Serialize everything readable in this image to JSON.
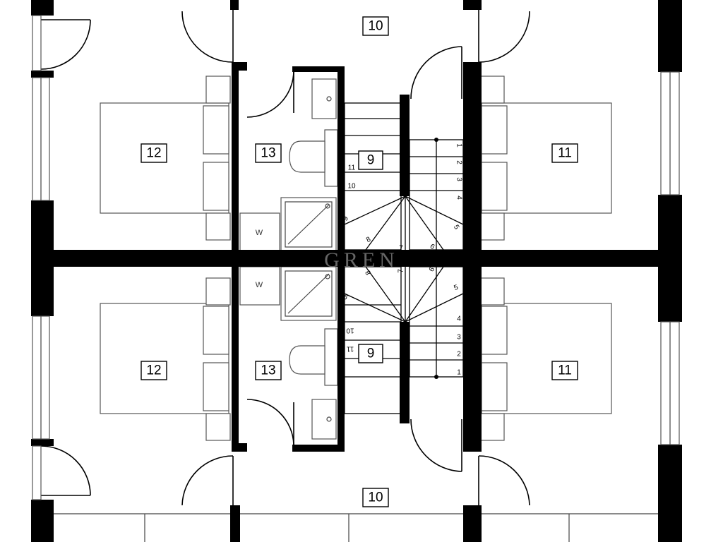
{
  "rooms": [
    {
      "id": "hall-top",
      "label": "10"
    },
    {
      "id": "bedroom-top-right",
      "label": "11"
    },
    {
      "id": "bedroom-top-left",
      "label": "12"
    },
    {
      "id": "bathroom-top",
      "label": "13"
    },
    {
      "id": "stairs-top",
      "label": "9"
    },
    {
      "id": "bedroom-bottom-left",
      "label": "12"
    },
    {
      "id": "bathroom-bottom",
      "label": "13"
    },
    {
      "id": "stairs-bottom",
      "label": "9"
    },
    {
      "id": "bedroom-bottom-right",
      "label": "11"
    },
    {
      "id": "hall-bottom",
      "label": "10"
    }
  ],
  "washer_label": "W",
  "stair_steps": [
    "1",
    "2",
    "3",
    "4",
    "5",
    "6",
    "7",
    "8",
    "9",
    "10",
    "11"
  ],
  "watermark": "GREN"
}
